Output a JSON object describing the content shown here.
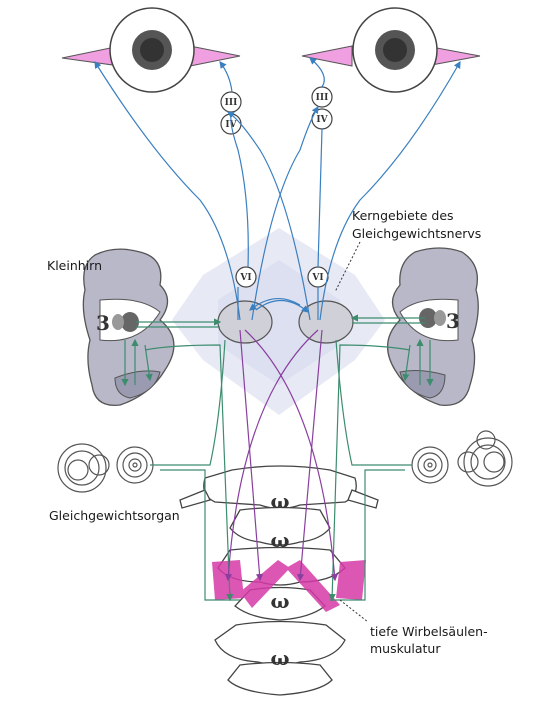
{
  "labels": {
    "kleinhirn": "Kleinhirn",
    "kerngebiete_line1": "Kerngebiete des",
    "kerngebiete_line2": "Gleichgewichtsnervs",
    "organ": "Gleichgewichtsorgan",
    "muskulatur_line1": "tiefe Wirbelsäulen-",
    "muskulatur_line2": "muskulatur"
  },
  "nerve_labels": {
    "left_upper": "III",
    "left_lower": "IV",
    "right_upper": "III",
    "right_lower": "IV",
    "left_nucleus": "VI",
    "right_nucleus": "VI"
  },
  "colors": {
    "blue_pathway": "#3a7fc0",
    "green_pathway": "#3d8c6e",
    "purple_pathway": "#8a3fa0",
    "eye_muscle": "#f0a0e0",
    "spine_muscle": "#d63aa8",
    "brain_grey": "#b8b8c8"
  }
}
